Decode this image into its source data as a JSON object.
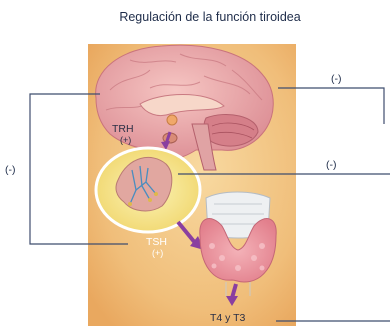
{
  "title": "Regulación de la función tiroidea",
  "labels": {
    "trh": "TRH",
    "trh_sign": "(+)",
    "tsh": "TSH",
    "tsh_sign": "(+)",
    "hormones": "T4 y T3"
  },
  "feedback": {
    "left": "(-)",
    "right_top": "(-)",
    "right_mid": "(-)"
  },
  "colors": {
    "line": "#3f4d6e",
    "brain": "#e9a2a4",
    "thyroid": "#e98a96",
    "arrow": "#8a3fa0",
    "background": "#f2c483"
  }
}
